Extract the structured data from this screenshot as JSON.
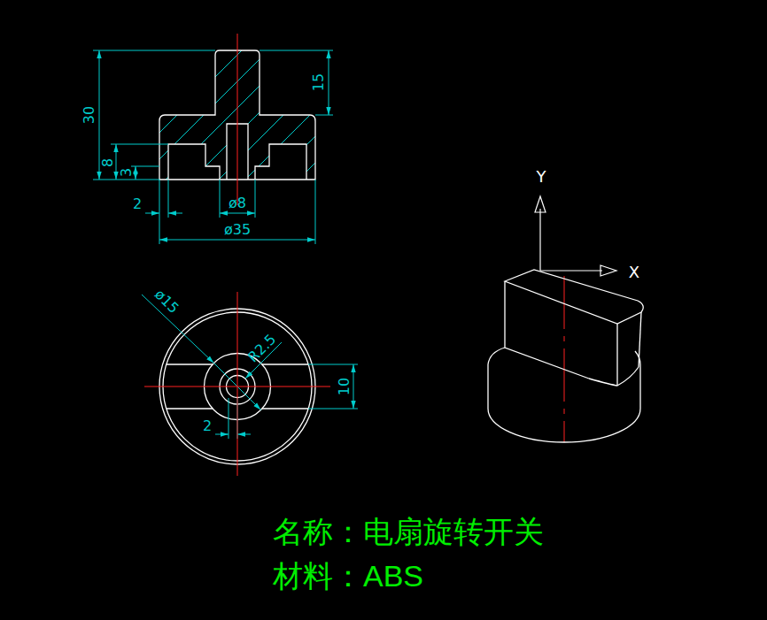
{
  "diagram": {
    "labels": [
      "15",
      "30",
      "8",
      "3",
      "2",
      "ø8",
      "ø35",
      "ø15",
      "R2.5",
      "10",
      "2",
      "Y",
      "X",
      "名称：电扇旋转开关",
      "材料：ABS"
    ]
  }
}
